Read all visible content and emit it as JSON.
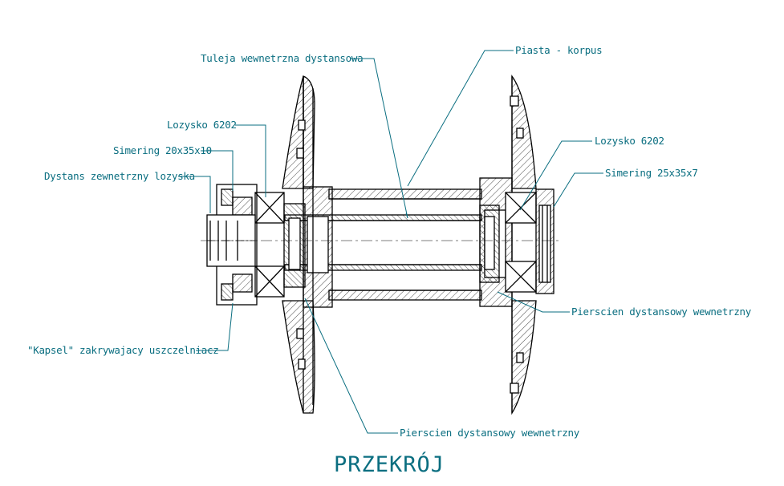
{
  "title": "PRZEKRÓJ",
  "colors": {
    "leader": "#0a6e80",
    "geometry": "#000000"
  },
  "labels": {
    "tuleja": "Tuleja wewnetrzna dystansowa",
    "piasta": "Piasta - korpus",
    "lozysko_left": "Lozysko 6202",
    "simering_left": "Simering 20x35x10",
    "dystans": "Dystans zewnetrzny lozyska",
    "lozysko_right": "Lozysko 6202",
    "simering_right": "Simering 25x35x7",
    "pierscien_right": "Pierscien dystansowy wewnetrzny",
    "kapsel": "\"Kapsel\" zakrywajacy uszczelniacz",
    "pierscien_bottom": "Pierscien dystansowy wewnetrzny"
  }
}
